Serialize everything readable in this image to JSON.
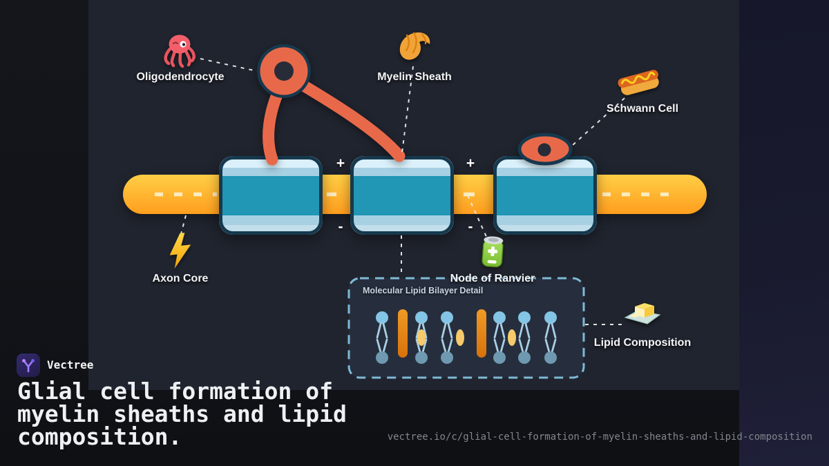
{
  "brand": {
    "name": "Vectree",
    "logo_icon": "vectree-branch-icon"
  },
  "heading": {
    "title": "Glial cell formation of myelin sheaths and lipid composition."
  },
  "footer_url": "vectree.io/c/glial-cell-formation-of-myelin-sheaths-and-lipid-composition",
  "diagram": {
    "nodes": {
      "oligodendrocyte": {
        "label": "Oligodendrocyte",
        "icon": "octopus-icon"
      },
      "myelin_sheath": {
        "label": "Myelin Sheath",
        "icon": "croissant-icon"
      },
      "schwann_cell": {
        "label": "Schwann Cell",
        "icon": "hotdog-icon"
      },
      "axon_core": {
        "label": "Axon Core",
        "icon": "lightning-icon"
      },
      "node_of_ranvier": {
        "label": "Node of Ranvier",
        "icon": "battery-icon"
      },
      "lipid_composition": {
        "label": "Lipid Composition",
        "icon": "butter-icon"
      }
    },
    "inset": {
      "title": "Molecular Lipid Bilayer Detail",
      "phospholipid_count": 6,
      "protein_count": 2,
      "cholesterol_count": 3
    },
    "polarity": {
      "plus": "+",
      "minus": "-"
    },
    "colors": {
      "axon_yellow": "#ffc93e",
      "axon_orange": "#ff9e1e",
      "myelin_teal": "#2196b5",
      "myelin_light": "#daf1fb",
      "myelin_medium": "#a7d0e3",
      "myelin_border": "#16394e",
      "cell_orange": "#e8694a",
      "protein_orange": "#e88a1a",
      "cholesterol_yellow": "#f6ca6b",
      "inset_border_blue": "#7fb9d6",
      "accent_purple": "#9f7dfa",
      "panel_bg": "#20242e"
    }
  }
}
